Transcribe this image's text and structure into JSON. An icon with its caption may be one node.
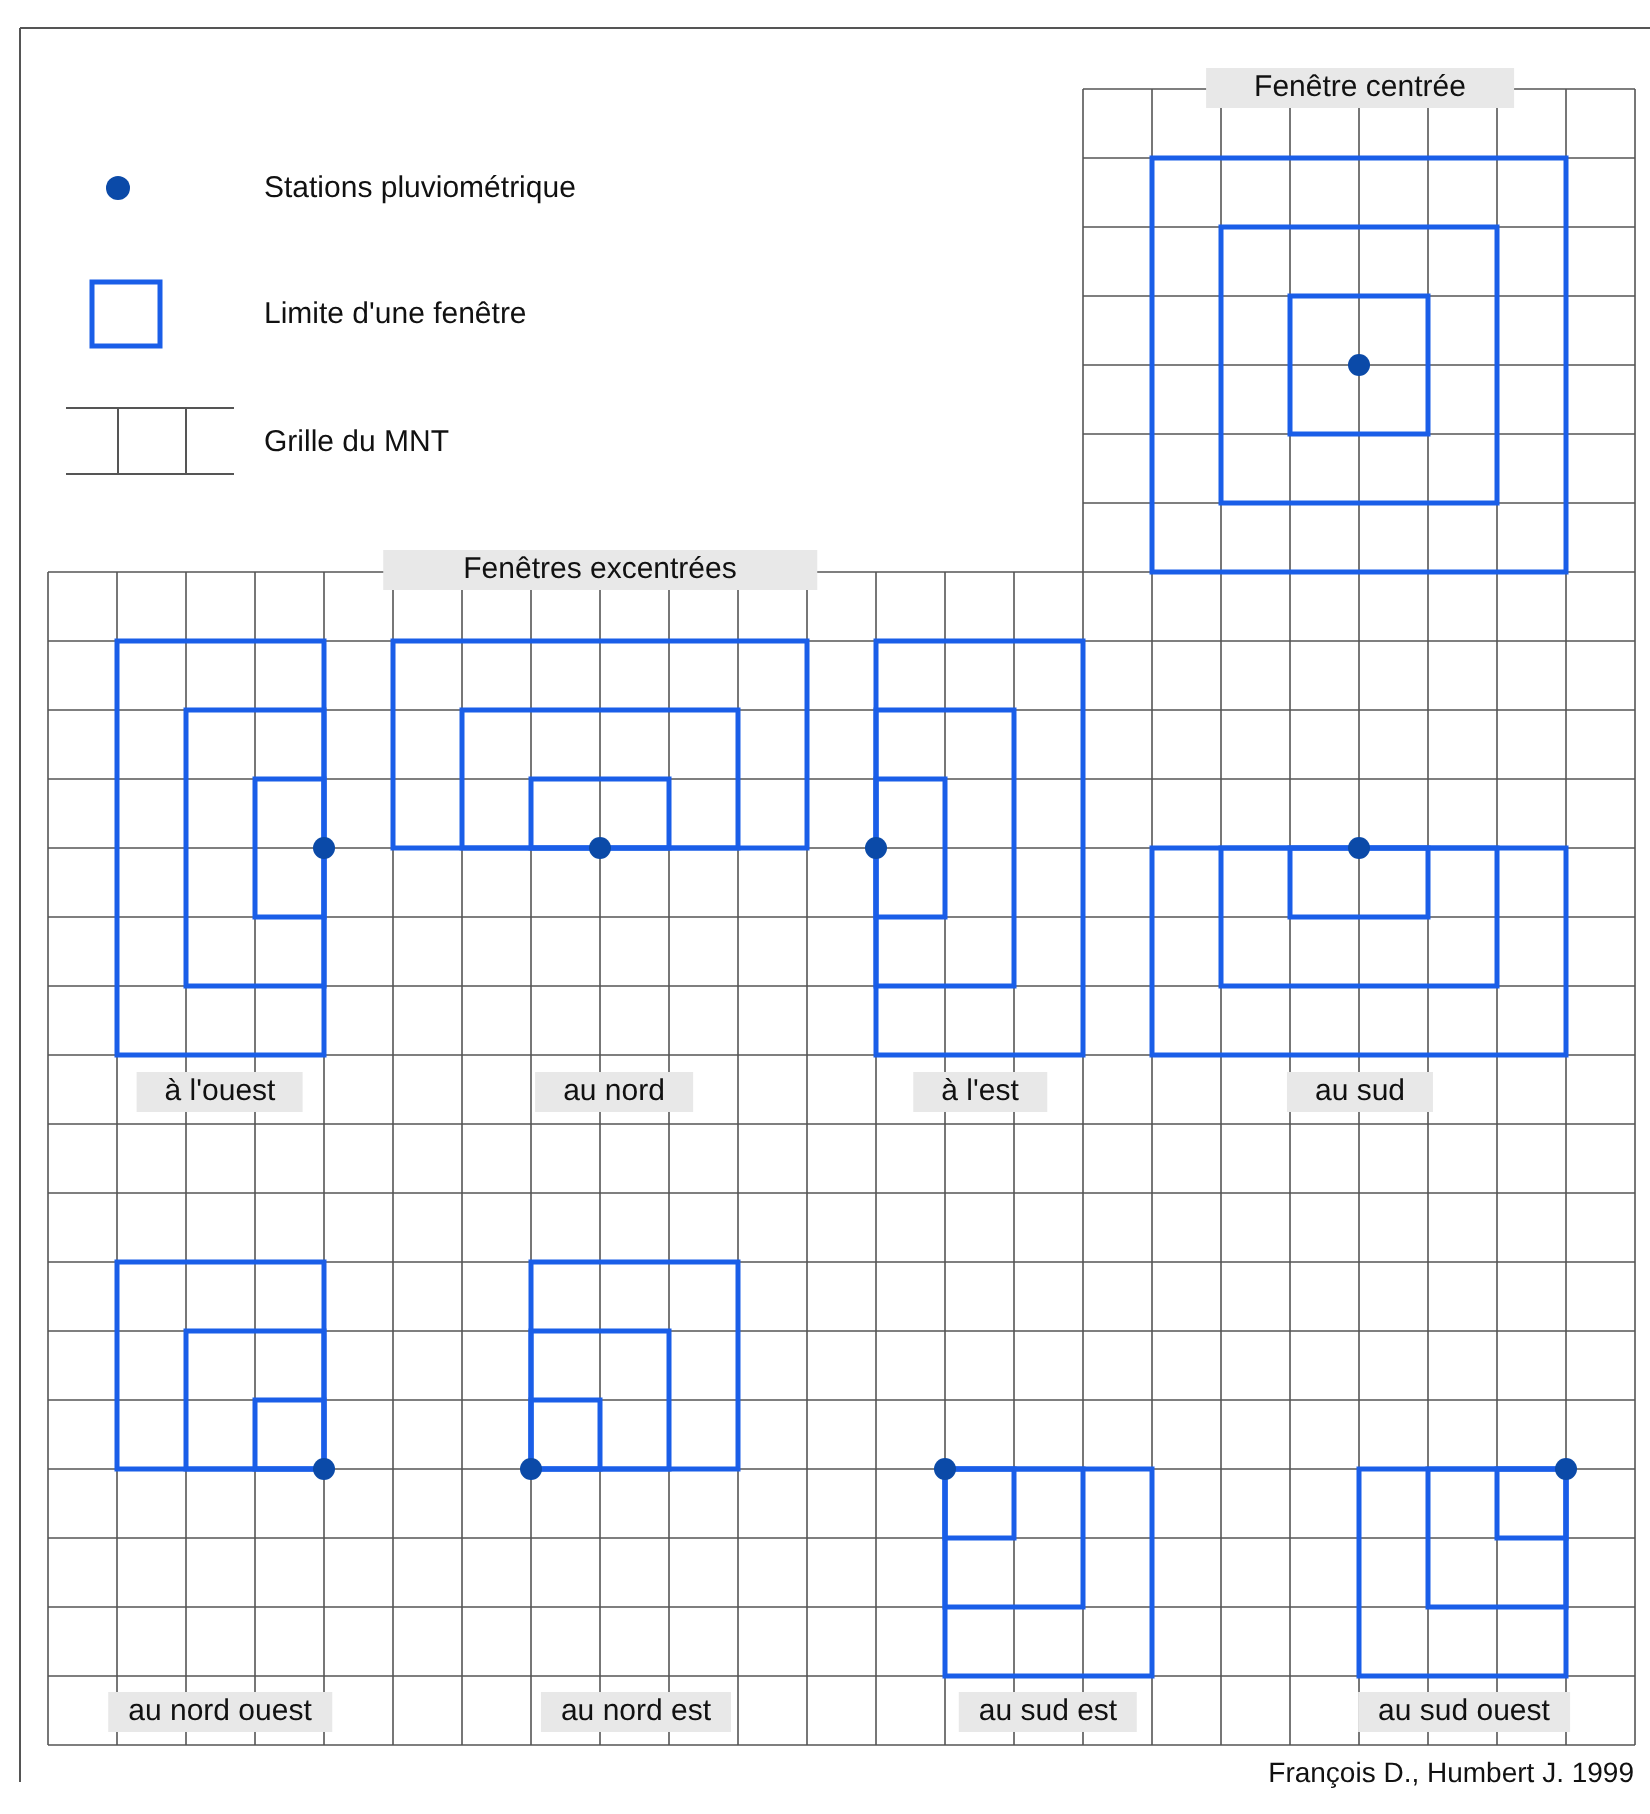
{
  "diagram": {
    "nodes": [
      {
        "text": [
          "Fenêtre centrée"
        ]
      },
      {
        "text": [
          "Fenêtres excentrées"
        ]
      },
      {
        "text": [
          "à l'ouest"
        ]
      },
      {
        "text": [
          "au nord"
        ]
      },
      {
        "text": [
          "à l'est"
        ]
      },
      {
        "text": [
          "au sud"
        ]
      },
      {
        "text": [
          "au nord ouest"
        ]
      },
      {
        "text": [
          "au nord est"
        ]
      },
      {
        "text": [
          "au sud est"
        ]
      },
      {
        "text": [
          "au sud ouest"
        ]
      }
    ],
    "labels": [
      "François D., Humbert J. 1999"
    ],
    "legend": [
      {
        "text": "Stations pluviométrique"
      },
      {
        "text": "Limite d'une fenêtre"
      },
      {
        "text": "Grille du MNT"
      }
    ]
  }
}
